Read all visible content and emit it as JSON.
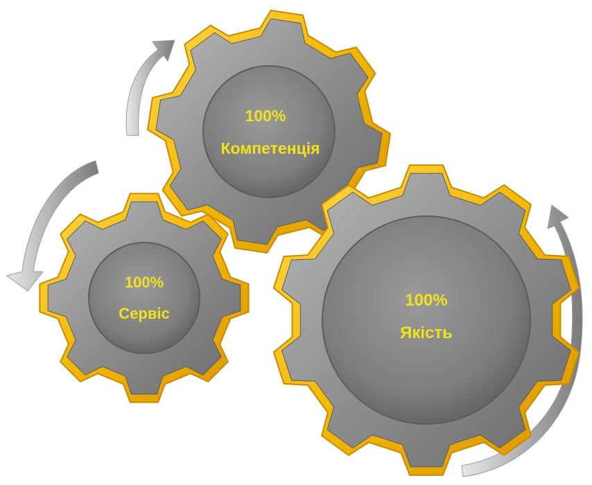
{
  "gears": [
    {
      "id": "competence",
      "percent": "100%",
      "label": "Компетенція"
    },
    {
      "id": "service",
      "percent": "100%",
      "label": "Сервіс"
    },
    {
      "id": "quality",
      "percent": "100%",
      "label": "Якість"
    }
  ],
  "colors": {
    "rim_gold": "#f2b705",
    "rim_dark": "#c98a00",
    "body_gray": "#8c8c8c",
    "hub_gray": "#7a7a7a",
    "label_yellow": "#f2e21c",
    "arrow_gray": "#b5b5b5"
  },
  "icons": [
    "curved-arrow-icon"
  ]
}
